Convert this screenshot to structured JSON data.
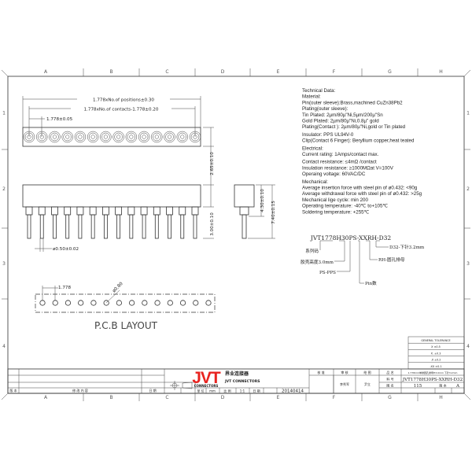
{
  "zones": {
    "columns": [
      "A",
      "B",
      "C",
      "D",
      "E",
      "F",
      "G",
      "H"
    ],
    "rows": [
      "1",
      "2",
      "3",
      "4"
    ]
  },
  "dimensions": {
    "overall": "1.778xNo.of positions±0.30",
    "contacts": "1.778xNo.of contacts-1.778±0.20",
    "pitch": "1.778±0.05",
    "height_top": "2.65±0.10",
    "pin_length": "3.00±0.10",
    "pin_dia": "ø0.50±0.02",
    "side_body": "4.30±0.10",
    "side_total": "7.40±0.15",
    "pcb_pitch": "1.778",
    "pcb_hole": "ø0.80"
  },
  "pcb_title": "P.C.B LAYOUT",
  "technical_data": [
    "Technical Data:",
    "Material:",
    "Pin(outer sleeve):Brass,machined CuZn38Pb2",
    "Plating(outer sleeve):",
    "Tin Plated: 2µm/80µ\"Ni,5µm/200µ\"Sn",
    "Gold Plated: 2µm/80µ\"Ni,0.8µ\" gold",
    "Plating(Contact ): 2µm/80µ\"Ni,gold or Tin plated",
    "Insulator: PPS UL94V-0",
    "Clip(Contact 6 Finger): Beryllium copper,heat teated",
    "Electrical:",
    "Current rating: 1Amps/contact max.",
    "Contact resistance: ≤4mΩ /contact",
    "Insulation resistance: ≥1000MΩat V=100V",
    "Operaing voltage: 60VAC/DC",
    "Mechanical:",
    "Average insertion force with steel pin of ø0.432: <90g",
    "Average withdrawal force with steel pin of ø0.432: >25g",
    "Mechanical lige cycle: min 200",
    "Operating temperature: -40℃   to+105℃",
    "Soldering temperature: +255℃"
  ],
  "part_code": {
    "code": "JVT1778H30PS-XXRH-D32",
    "labels": [
      "系列码",
      "胶壳高度3.0mm",
      "PS-PPS",
      "Pin数",
      "RH-圆孔排母",
      "D32-下针3.2mm"
    ]
  },
  "logo": {
    "brand": "JVT",
    "cn_name": "界业连接器",
    "en_name": "JVT CONNECTORS",
    "sub": "CONNECTORS",
    "color": "#e8231f"
  },
  "tolerance": [
    "GENERAL TOLERANCE",
    "X  ±0.5",
    "X.  ±0.3",
    ".X  ±0.2",
    ".XX  ±0.1"
  ],
  "title_block": {
    "rev_label": "版 本",
    "content_label": "修 改 内 容",
    "date_label": "日 期",
    "unit_label": "单 位",
    "unit": "mm",
    "scale_label": "比 例",
    "scale": "1:1",
    "date2_label": "日 期",
    "date": "20140414",
    "approve_label": "核 准",
    "review_label": "审 核",
    "draw_label": "绘 图",
    "reviewer": "李秀军",
    "drafter": "尹立",
    "name_label": "品 名",
    "name": "1.778mm单排圆孔排母H3.0mm 下针3.2mm",
    "pn_label": "料 号",
    "pn": "JVT1778H30PS-XXRH-D32",
    "dwg_label": "图 名",
    "dwg": "115",
    "ver_label": "版 本",
    "ver": "A"
  }
}
